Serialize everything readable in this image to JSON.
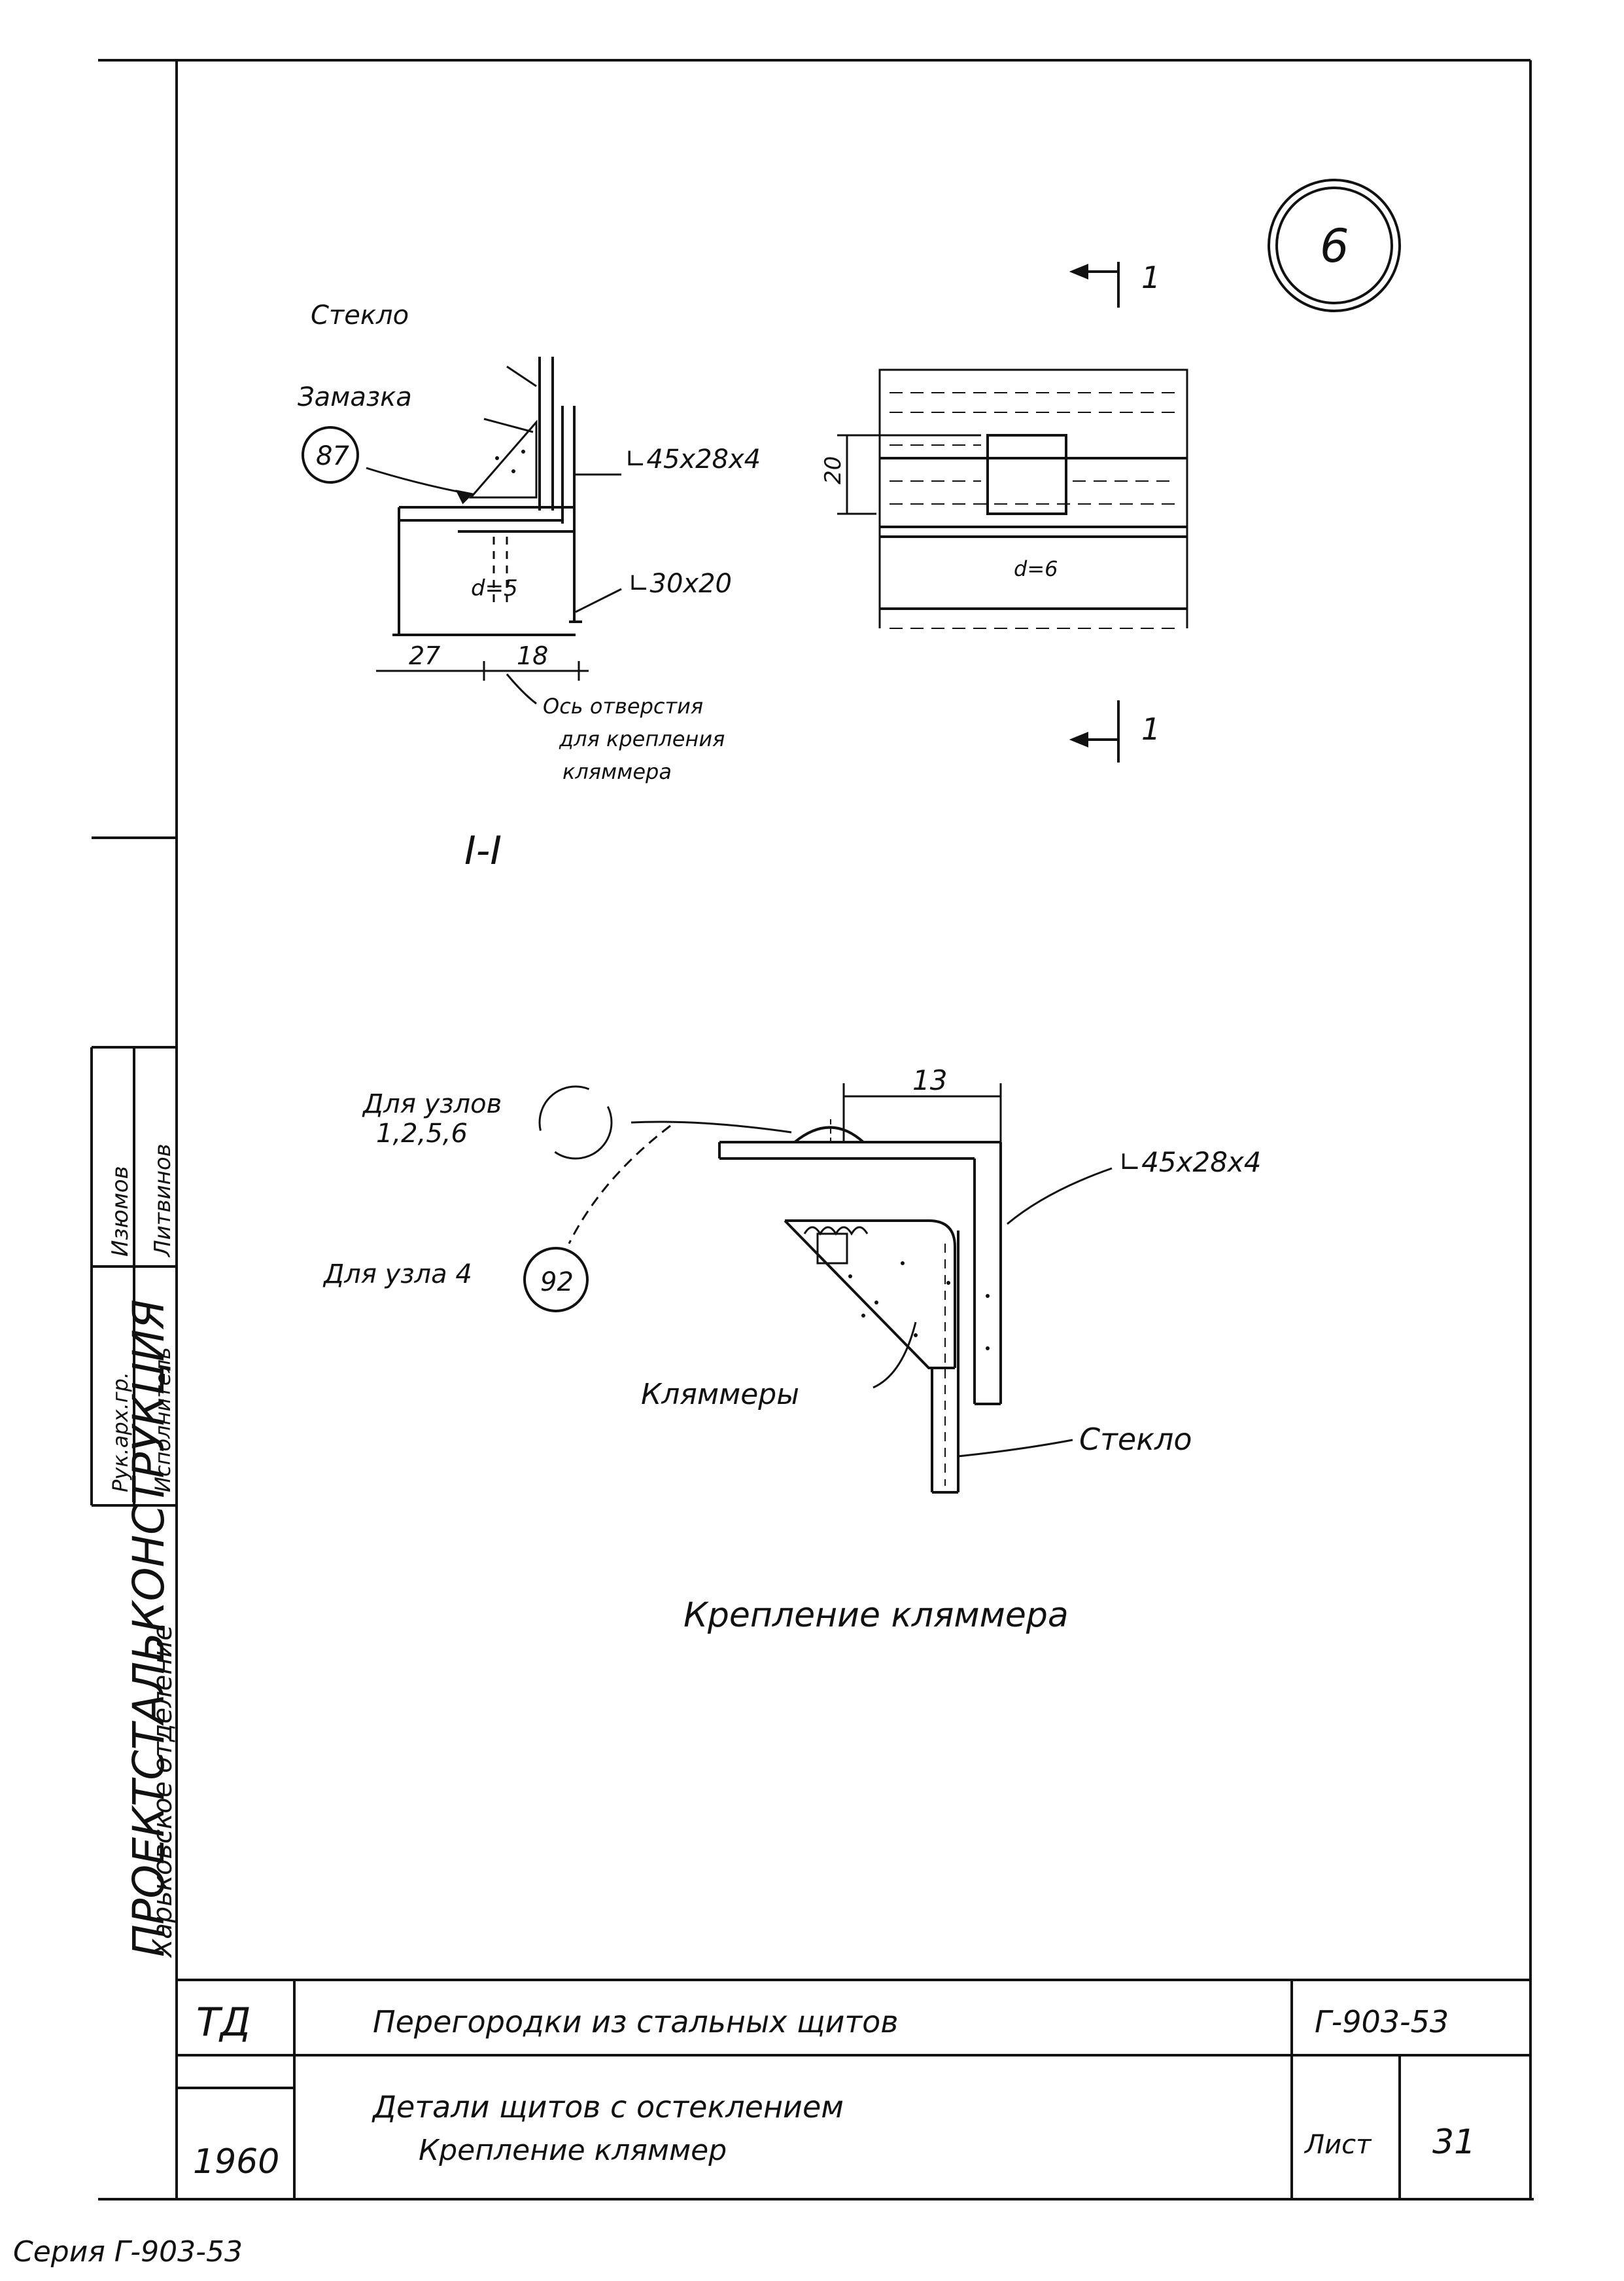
{
  "node_number": "6",
  "section_mark": "1",
  "section_label": "I-I",
  "upper_detail": {
    "glass_label": "Стекло",
    "putty_label": "Замазка",
    "ref_87": "87",
    "angle_45": "∟45x28x4",
    "angle_30": "∟30x20",
    "hole_dia": "d=5",
    "dim_27": "27",
    "dim_18": "18",
    "hole_axis_line1": "Ось отверстия",
    "hole_axis_line2": "для крепления",
    "hole_axis_line3": "кляммера",
    "dim_20": "20",
    "d6": "d=6"
  },
  "lower_detail": {
    "for_nodes_line1": "Для узлов",
    "for_nodes_line2": "1,2,5,6",
    "for_node4": "Для узла 4",
    "ref_92": "92",
    "dim_13": "13",
    "angle_45": "∟45x28x4",
    "clamps": "Кляммеры",
    "glass": "Стекло",
    "caption": "Крепление кляммера"
  },
  "side_stamp": {
    "org": "ПРОЕКТСТАЛЬКОНСТРУКЦИЯ",
    "dept": "Харьковское отделение",
    "role1": "Рук.арх.гр.",
    "name1": "Изюмов",
    "role2": "Исполнитель",
    "name2": "Литвинов"
  },
  "title_block": {
    "logo": "ТД",
    "year": "1960",
    "line1": "Перегородки из стальных щитов",
    "line2": "Детали щитов с остеклением",
    "line3": "Крепление кляммер",
    "code": "Г-903-53",
    "sheet_label": "Лист",
    "sheet_no": "31"
  },
  "footer": "Серия Г-903-53"
}
